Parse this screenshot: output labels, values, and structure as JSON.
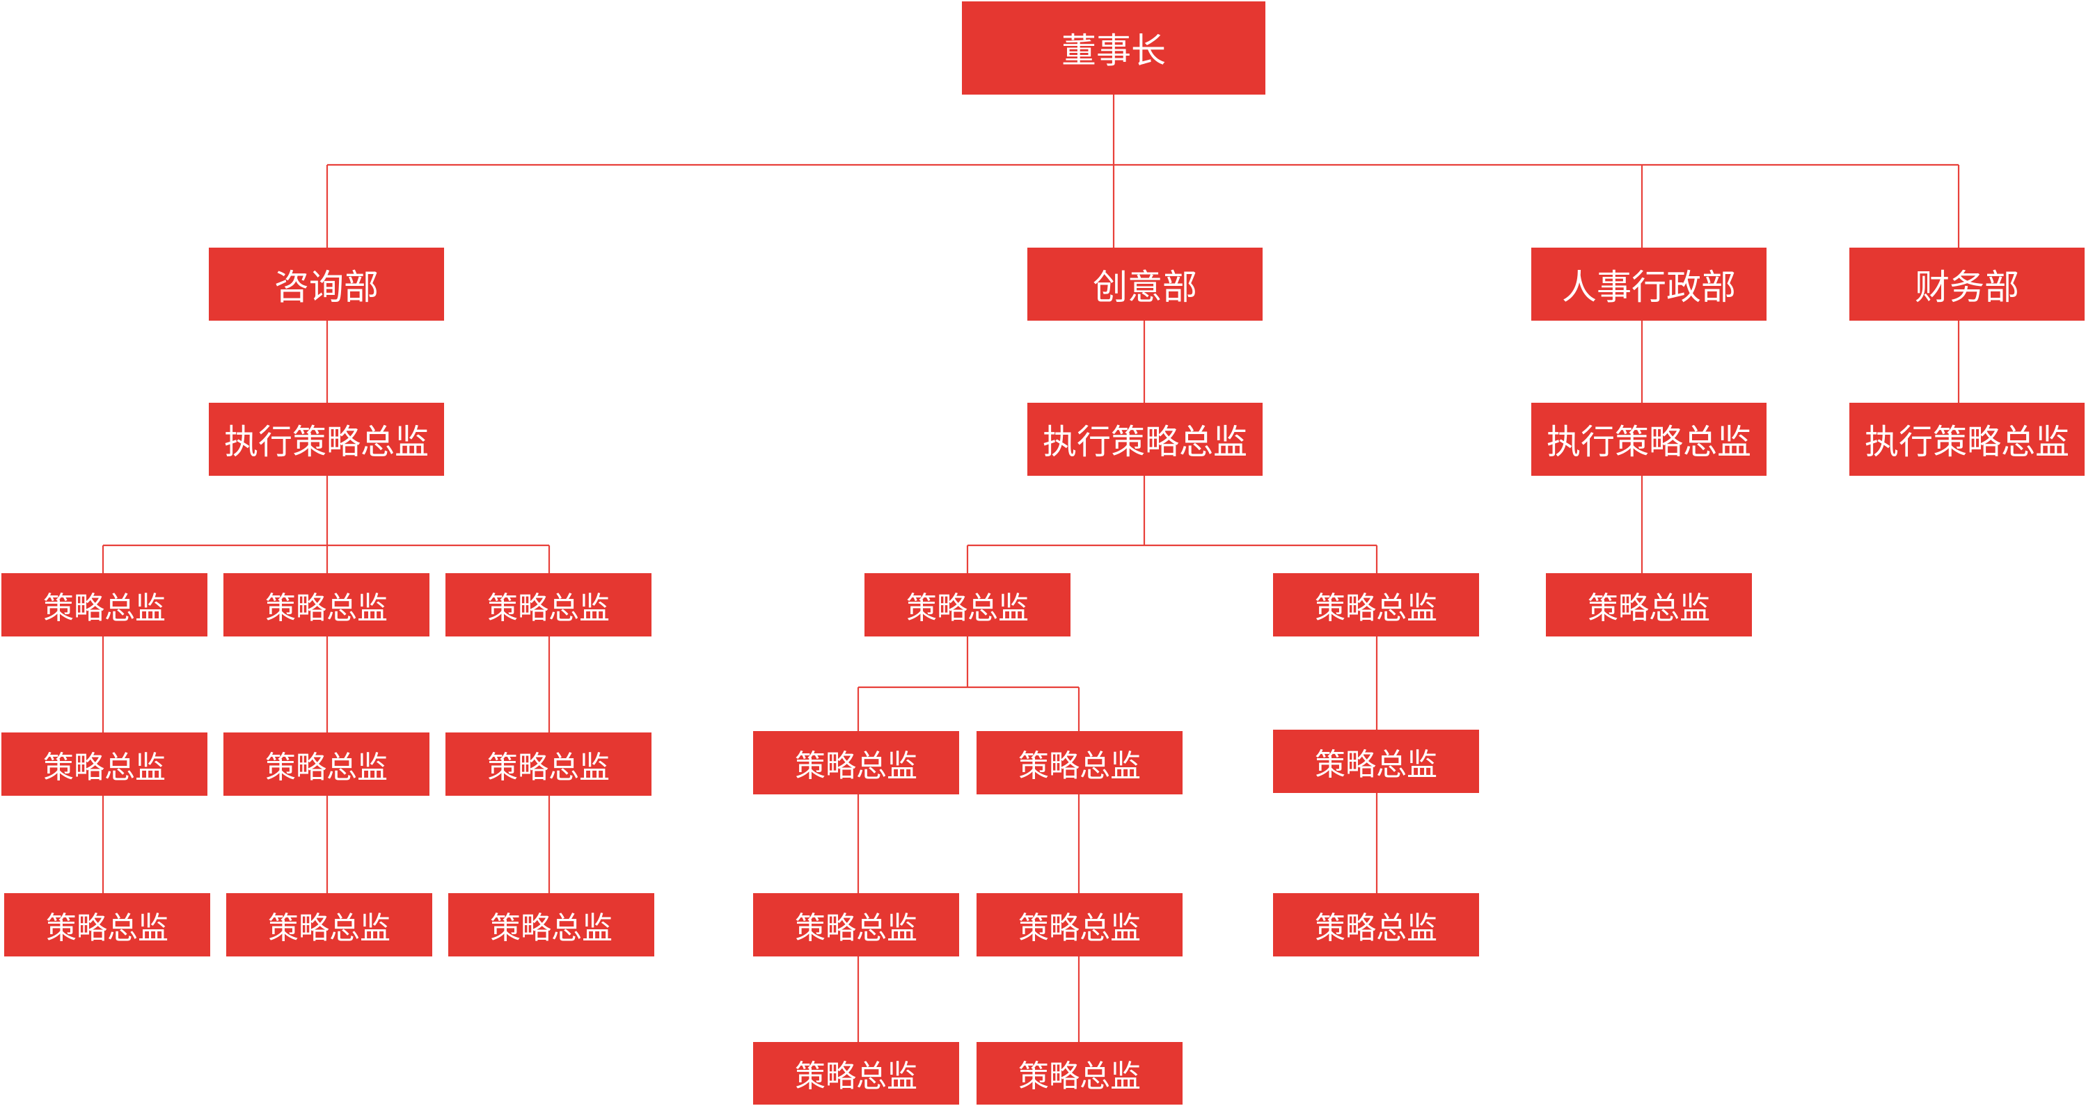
{
  "chairman": {
    "label": "董事长"
  },
  "departments": [
    {
      "label": "咨询部",
      "executive": {
        "label": "执行策略总监",
        "reports": [
          {
            "label": "策略总监",
            "reports": [
              {
                "label": "策略总监",
                "reports": [
                  {
                    "label": "策略总监"
                  }
                ]
              }
            ]
          },
          {
            "label": "策略总监",
            "reports": [
              {
                "label": "策略总监",
                "reports": [
                  {
                    "label": "策略总监"
                  }
                ]
              }
            ]
          },
          {
            "label": "策略总监",
            "reports": [
              {
                "label": "策略总监",
                "reports": [
                  {
                    "label": "策略总监"
                  }
                ]
              }
            ]
          }
        ]
      }
    },
    {
      "label": "创意部",
      "executive": {
        "label": "执行策略总监",
        "reports": [
          {
            "label": "策略总监",
            "reports": [
              {
                "label": "策略总监",
                "reports": [
                  {
                    "label": "策略总监",
                    "reports": [
                      {
                        "label": "策略总监"
                      }
                    ]
                  }
                ]
              },
              {
                "label": "策略总监",
                "reports": [
                  {
                    "label": "策略总监",
                    "reports": [
                      {
                        "label": "策略总监"
                      }
                    ]
                  }
                ]
              }
            ]
          },
          {
            "label": "策略总监",
            "reports": [
              {
                "label": "策略总监",
                "reports": [
                  {
                    "label": "策略总监"
                  }
                ]
              }
            ]
          }
        ]
      }
    },
    {
      "label": "人事行政部",
      "executive": {
        "label": "执行策略总监",
        "reports": [
          {
            "label": "策略总监"
          }
        ]
      }
    },
    {
      "label": "财务部",
      "executive": {
        "label": "执行策略总监"
      }
    }
  ],
  "colors": {
    "box": "#e53731",
    "line": "#e8403a",
    "text": "#ffffff"
  }
}
